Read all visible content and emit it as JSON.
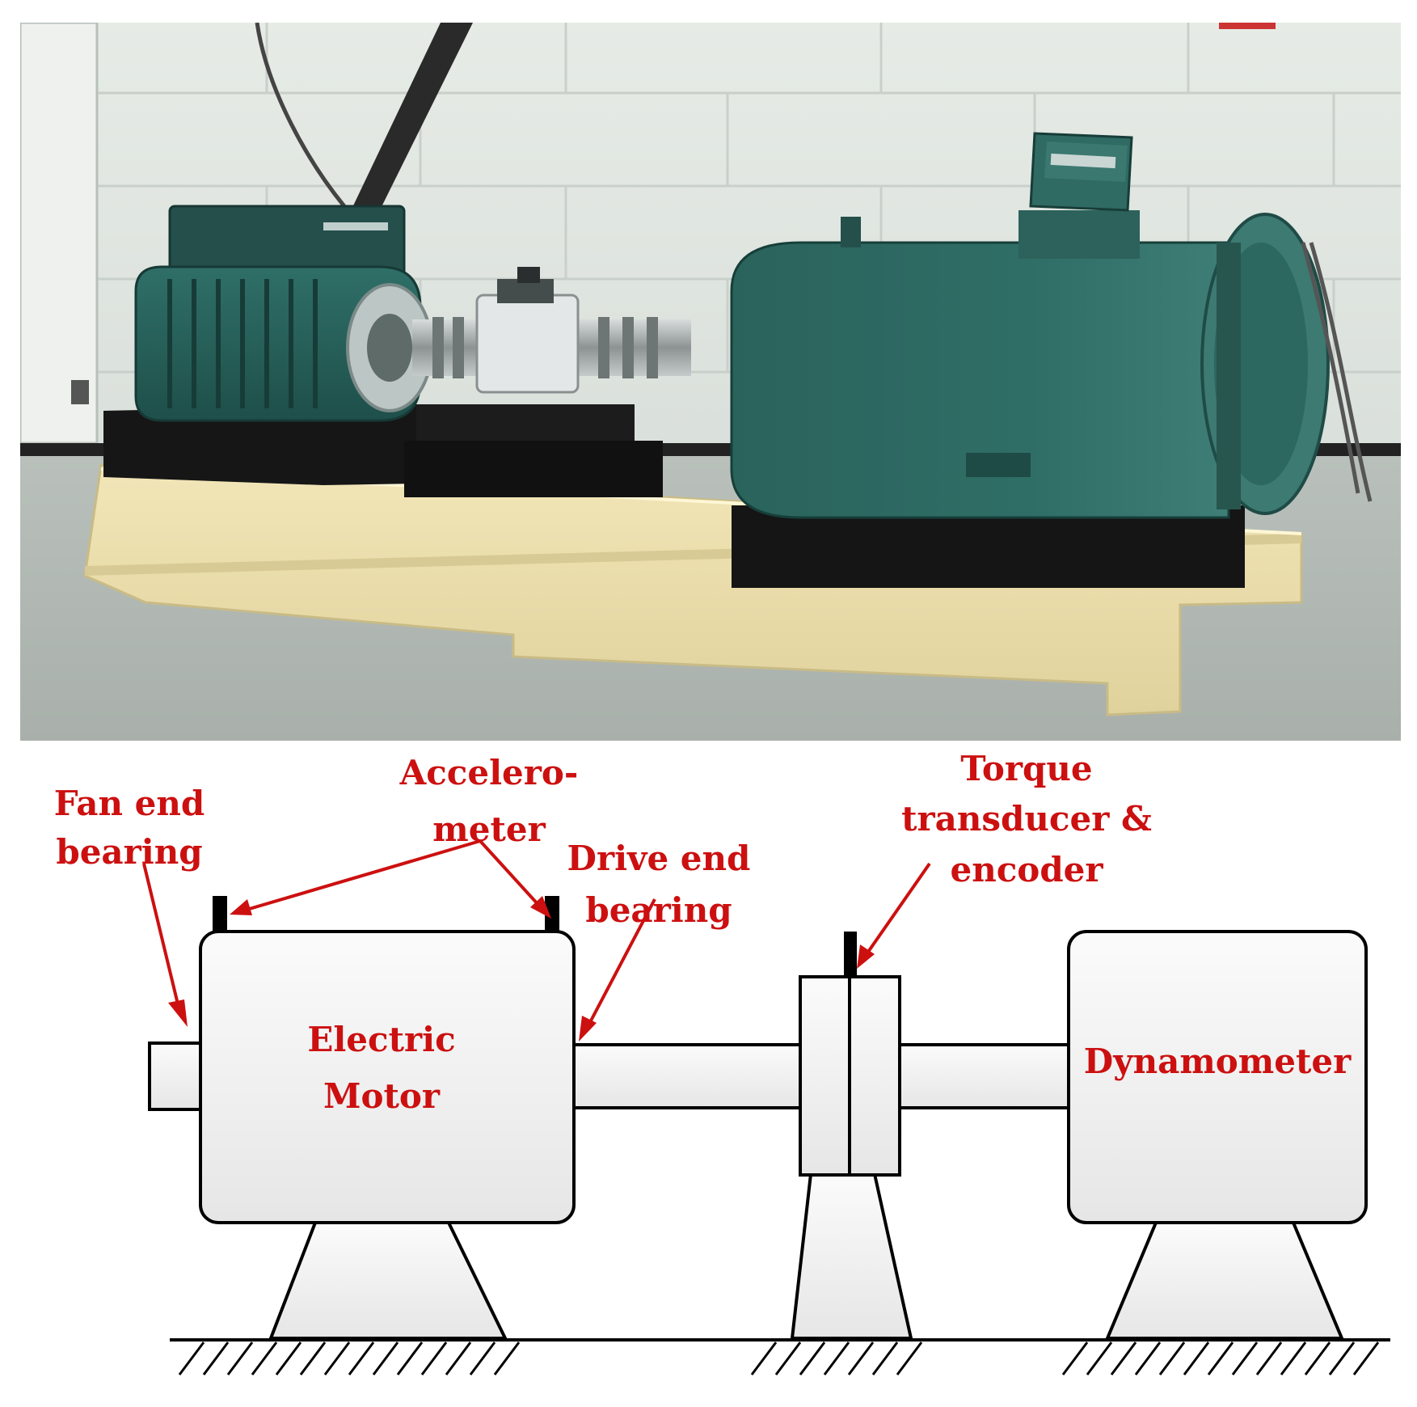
{
  "photo": {
    "icon": "motor-test-rig-photo"
  },
  "schematic": {
    "labels": {
      "fan_end_line1": "Fan end",
      "fan_end_line2": "bearing",
      "accel_line1": "Accelero-",
      "accel_line2": "meter",
      "drive_end_line1": "Drive end",
      "drive_end_line2": "bearing",
      "torque_line1": "Torque",
      "torque_line2": "transducer &",
      "torque_line3": "encoder",
      "motor_line1": "Electric",
      "motor_line2": "Motor",
      "dynamometer": "Dynamometer"
    },
    "colors": {
      "label": "#cc1010",
      "outline": "#000000",
      "fill_light": "#eeeeee"
    }
  }
}
